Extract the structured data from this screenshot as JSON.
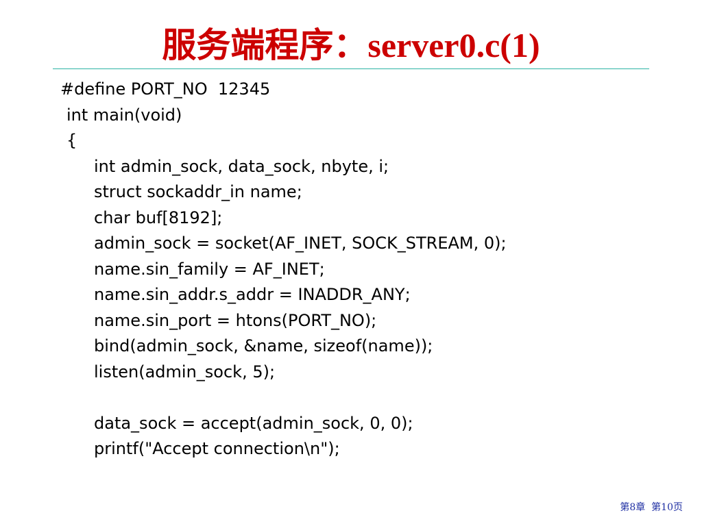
{
  "slide": {
    "title": "服务端程序：server0.c(1)"
  },
  "code": {
    "lines": [
      {
        "text": "#define PORT_NO  12345",
        "indent": 0
      },
      {
        "text": "int main(void)",
        "indent": 1
      },
      {
        "text": "{",
        "indent": 1
      },
      {
        "text": "int admin_sock, data_sock, nbyte, i;",
        "indent": 2
      },
      {
        "text": "struct sockaddr_in name;",
        "indent": 2
      },
      {
        "text": "char buf[8192];",
        "indent": 2
      },
      {
        "text": "admin_sock = socket(AF_INET, SOCK_STREAM, 0);",
        "indent": 2
      },
      {
        "text": "name.sin_family = AF_INET;",
        "indent": 2
      },
      {
        "text": "name.sin_addr.s_addr = INADDR_ANY;",
        "indent": 2
      },
      {
        "text": "name.sin_port = htons(PORT_NO);",
        "indent": 2
      },
      {
        "text": "bind(admin_sock, &name, sizeof(name));",
        "indent": 2
      },
      {
        "text": "listen(admin_sock, 5);",
        "indent": 2
      },
      {
        "text": "",
        "indent": 2
      },
      {
        "text": "data_sock = accept(admin_sock, 0, 0);",
        "indent": 2
      },
      {
        "text": "printf(\"Accept connection\\n\");",
        "indent": 2
      }
    ]
  },
  "footer": {
    "text": "第8章  第10页"
  },
  "colors": {
    "title": "#cc0000",
    "rule": "#2bb3a3",
    "footer": "#1f2fa3",
    "code": "#000000"
  }
}
